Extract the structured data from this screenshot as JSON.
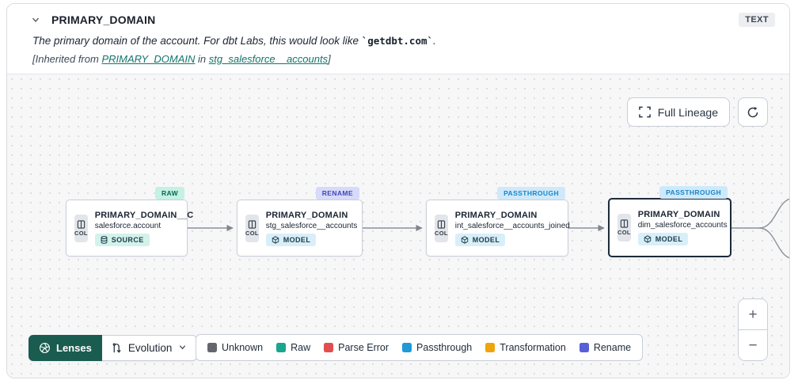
{
  "header": {
    "title": "PRIMARY_DOMAIN",
    "type_badge": "TEXT",
    "description_prefix": "The primary domain of the account. For dbt Labs, this would look like ",
    "description_code": "`getdbt.com`",
    "description_suffix": ".",
    "inherited_prefix": "[Inherited from ",
    "inherited_link_column": "PRIMARY_DOMAIN",
    "inherited_middle": " in ",
    "inherited_link_model": "stg_salesforce__accounts",
    "inherited_suffix": "]"
  },
  "toolbar": {
    "full_lineage_label": "Full Lineage"
  },
  "nodes": [
    {
      "title": "PRIMARY_DOMAIN__C",
      "subtitle": "salesforce.account",
      "resource": "SOURCE",
      "badge": "RAW",
      "chip": "COL"
    },
    {
      "title": "PRIMARY_DOMAIN",
      "subtitle": "stg_salesforce__accounts",
      "resource": "MODEL",
      "badge": "RENAME",
      "chip": "COL"
    },
    {
      "title": "PRIMARY_DOMAIN",
      "subtitle": "int_salesforce__accounts_joined",
      "resource": "MODEL",
      "badge": "PASSTHROUGH",
      "chip": "COL"
    },
    {
      "title": "PRIMARY_DOMAIN",
      "subtitle": "dim_salesforce_accounts",
      "resource": "MODEL",
      "badge": "PASSTHROUGH",
      "chip": "COL",
      "selected": true
    }
  ],
  "controls": {
    "lenses_label": "Lenses",
    "lens_selected": "Evolution",
    "zoom_in": "+",
    "zoom_out": "−"
  },
  "legend": {
    "items": [
      {
        "label": "Unknown",
        "color": "#63666c"
      },
      {
        "label": "Raw",
        "color": "#18a68f"
      },
      {
        "label": "Parse Error",
        "color": "#e14e4e"
      },
      {
        "label": "Passthrough",
        "color": "#1e9ad6"
      },
      {
        "label": "Transformation",
        "color": "#f0a30a"
      },
      {
        "label": "Rename",
        "color": "#585fd9"
      }
    ]
  },
  "colors": {
    "lenses_accent": "#1a5c50",
    "canvas_background": "#f7f7f8",
    "selected_node_border": "#1d2b3a"
  }
}
